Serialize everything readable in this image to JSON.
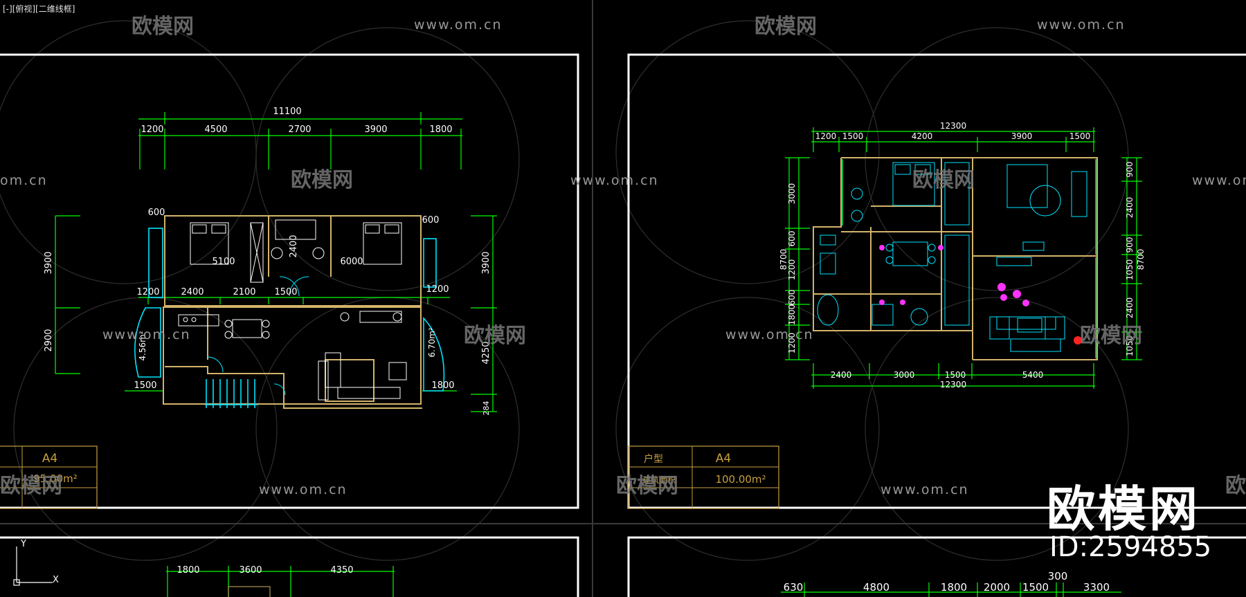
{
  "viewport_label": "[-][俯视][二维线框]",
  "watermark": {
    "brand": "欧模网",
    "url": "www.om.cn",
    "url_fragment": "om.cn",
    "brand_fragment": "欧模网",
    "brand_fragment_edge": "欧"
  },
  "big_watermark": {
    "brand": "欧模网",
    "id": "ID:2594855"
  },
  "colors": {
    "background": "#000000",
    "frame": "#ffffff",
    "dimension": "#00ff00",
    "wall": "#d4b46a",
    "window": "#00e5ff",
    "text": "#ffffff",
    "accent_magenta": "#ff33ff",
    "title_block": "#c8a040"
  },
  "plan1": {
    "top_total": "11100",
    "top_dims": [
      "1200",
      "4500",
      "2700",
      "3900",
      "1800"
    ],
    "left_dims": [
      "3900",
      "2900"
    ],
    "right_dims": [
      "3900",
      "4250",
      "284"
    ],
    "inner_dims": [
      "1200",
      "2400",
      "2100",
      "1500",
      "1200"
    ],
    "small_dims": [
      "600",
      "600",
      "5100",
      "2400",
      "6000"
    ],
    "bottom_dims": [
      "1500",
      "1800"
    ],
    "balcony_left": "4.56m²",
    "balcony_right": "6.70m²",
    "title_block": {
      "type": "A4",
      "area": "95.00m²"
    }
  },
  "plan2": {
    "top_total": "12300",
    "top_dims": [
      "1200",
      "1500",
      "4200",
      "3900",
      "1500"
    ],
    "left_dims": [
      "3000",
      "600",
      "8700",
      "1200",
      "600",
      "1800",
      "1200"
    ],
    "right_dims": [
      "900",
      "2400",
      "900",
      "1050",
      "8700",
      "2400",
      "1050"
    ],
    "bottom_dims": [
      "2400",
      "3000",
      "1500",
      "5400"
    ],
    "bottom_total": "12300",
    "title_block": {
      "label_type": "户型",
      "type": "A4",
      "label_area": "建筑面积",
      "area": "100.00m²"
    }
  },
  "plan3_partial": {
    "dims": [
      "1800",
      "3600",
      "4350"
    ]
  },
  "plan4_partial": {
    "dims": [
      "630",
      "4800",
      "1800",
      "2000",
      "1500",
      "300",
      "3300"
    ]
  },
  "ucs": {
    "y_label": "Y",
    "x_label": "X"
  }
}
